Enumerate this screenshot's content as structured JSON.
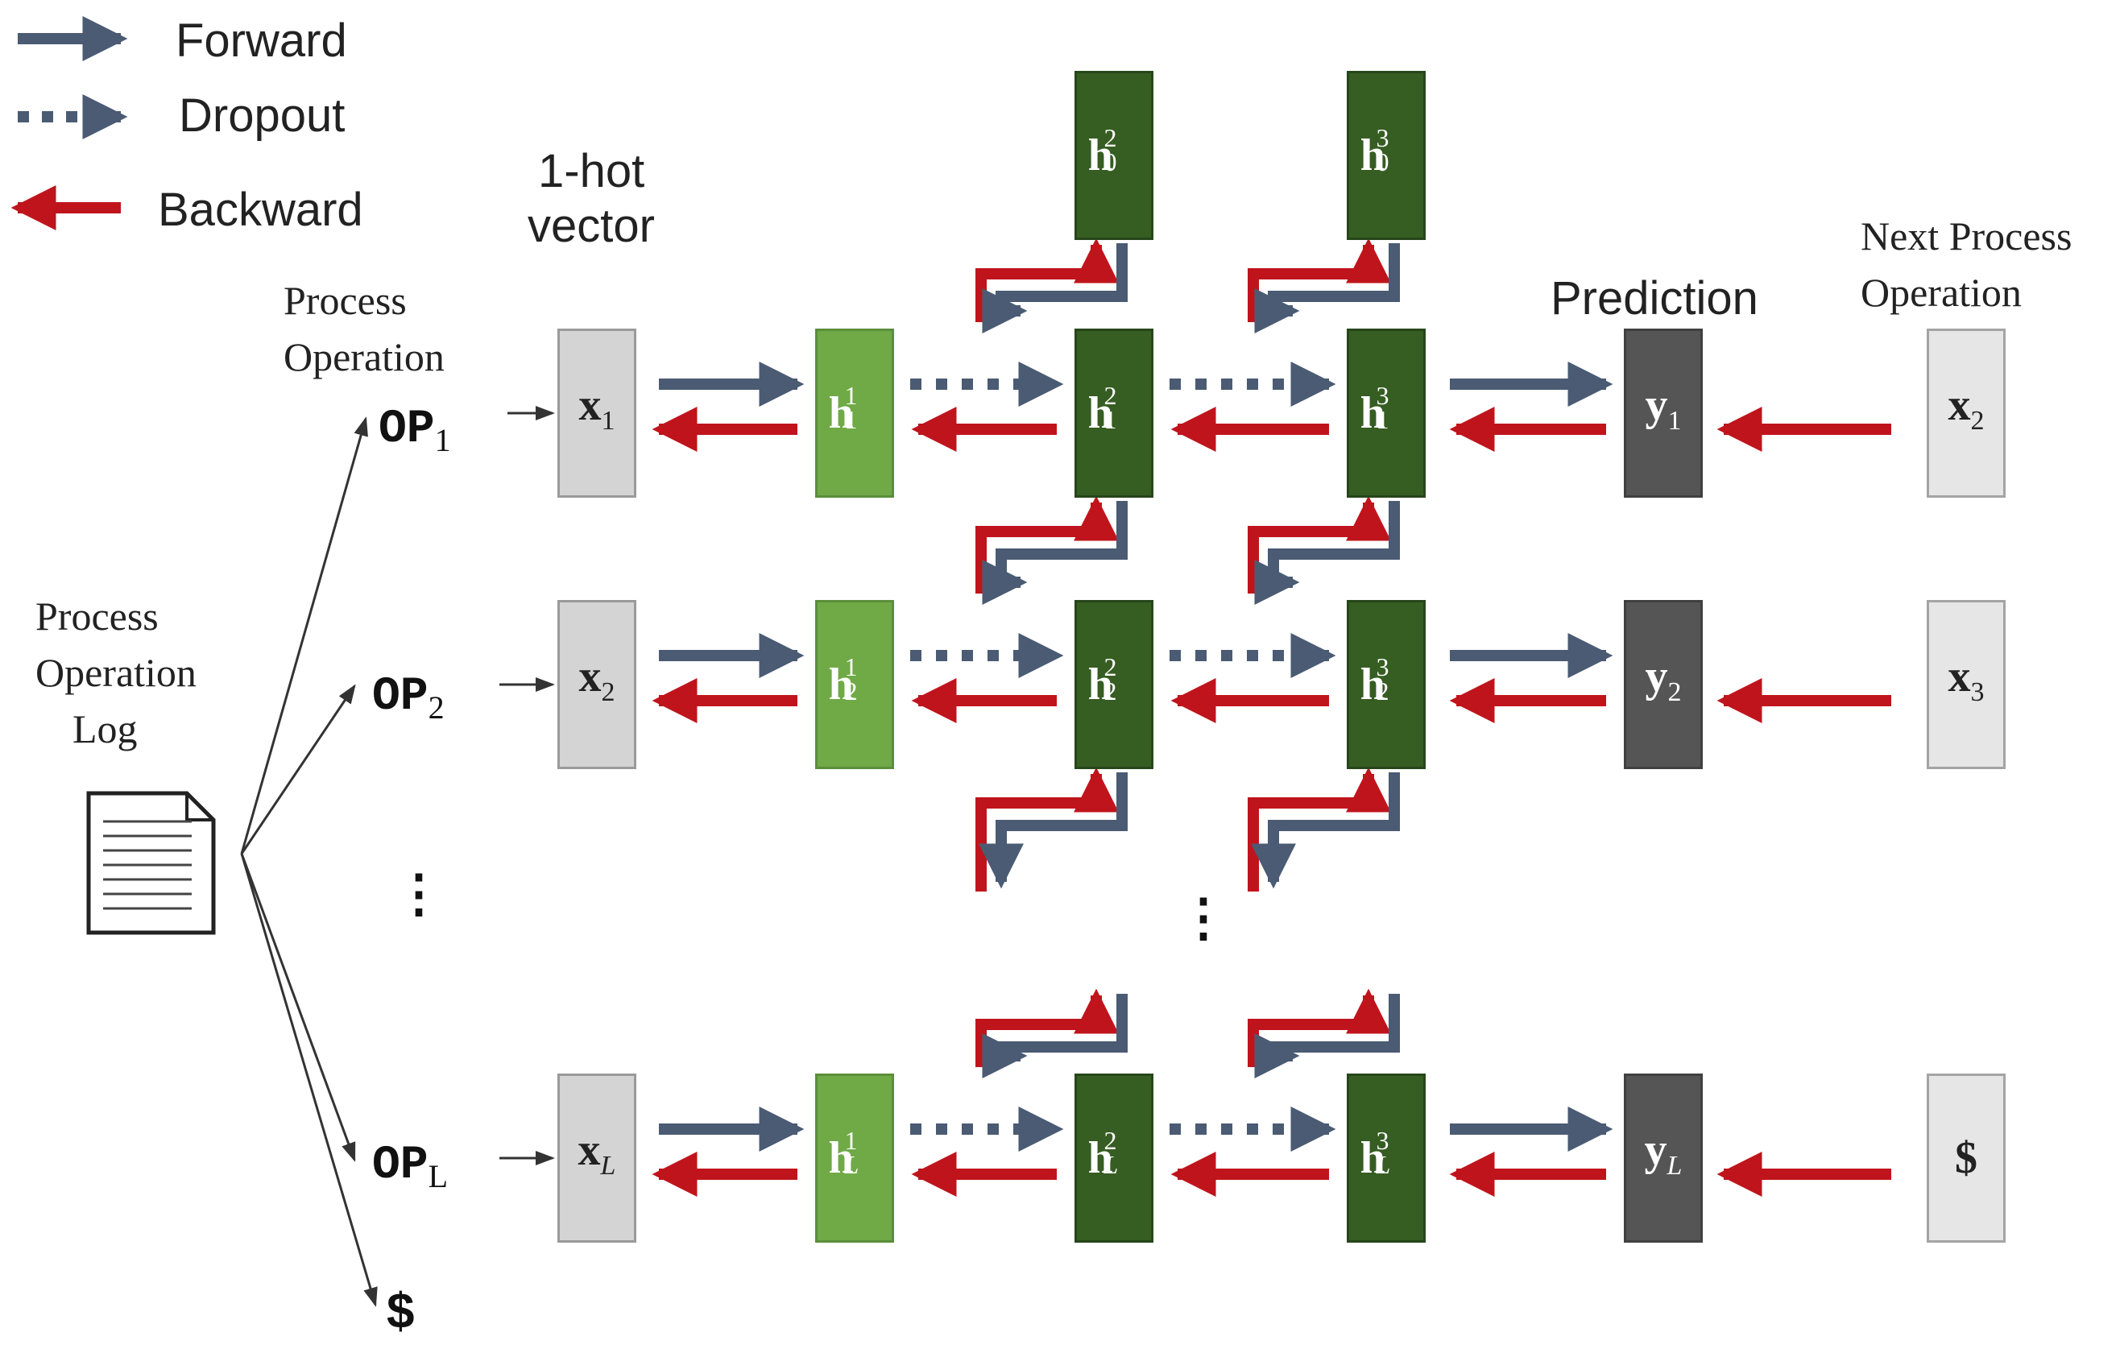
{
  "legend": {
    "forward": "Forward",
    "dropout": "Dropout",
    "backward": "Backward"
  },
  "labels": {
    "onehot_line1": "1-hot",
    "onehot_line2": "vector",
    "process_op_line1": "Process",
    "process_op_line2": "Operation",
    "prediction": "Prediction",
    "next_line1": "Next Process",
    "next_line2": "Operation",
    "log_line1": "Process",
    "log_line2": "Operation",
    "log_line3": "Log"
  },
  "ops": [
    {
      "base": "OP",
      "sub": "1"
    },
    {
      "base": "OP",
      "sub": "2"
    },
    {
      "base": "OP",
      "sub": "L"
    }
  ],
  "end_symbol": "$",
  "rows": [
    {
      "x": "x",
      "x_sub": "1",
      "h_sub": "1",
      "y": "y",
      "y_sub": "1",
      "next": "x",
      "next_sub": "2"
    },
    {
      "x": "x",
      "x_sub": "2",
      "h_sub": "2",
      "y": "y",
      "y_sub": "2",
      "next": "x",
      "next_sub": "3"
    },
    {
      "x": "x",
      "x_sub": "L",
      "h_sub": "L",
      "y": "y",
      "y_sub": "L",
      "next": "$",
      "next_sub": ""
    }
  ],
  "layers": [
    "1",
    "2",
    "3"
  ],
  "h_base": "h",
  "initial_states": [
    {
      "base": "h",
      "sup": "2",
      "sub": "0"
    },
    {
      "base": "h",
      "sup": "3",
      "sub": "0"
    }
  ],
  "ellipsis": "⋮",
  "colors": {
    "forward": "#4a5b73",
    "backward": "#c0141c",
    "input_box": "#d4d4d4",
    "layer1": "#6faa47",
    "layer_deep": "#365d22",
    "output": "#555555"
  }
}
